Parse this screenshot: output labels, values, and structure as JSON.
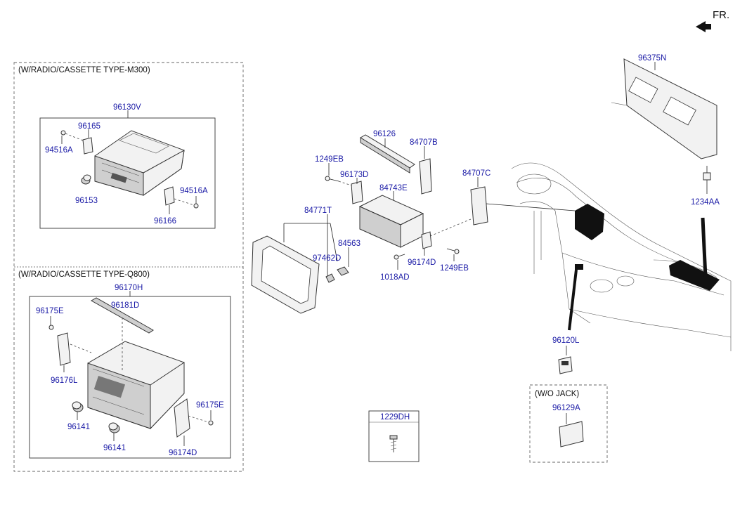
{
  "orientation": {
    "label": "FR.",
    "icon": "front-direction-arrow-icon"
  },
  "groups": {
    "m300": {
      "caption": "(W/RADIO/CASSETTE TYPE-M300)",
      "unit": "96130V"
    },
    "q800": {
      "caption": "(W/RADIO/CASSETTE TYPE-Q800)",
      "unit": "96170H"
    },
    "wo_jack": {
      "caption": "(W/O JACK)",
      "part": "96129A"
    },
    "fastener_box": {
      "part": "1229DH"
    }
  },
  "labels": {
    "p96165": "96165",
    "p94516A_1": "94516A",
    "p94516A_2": "94516A",
    "p96153": "96153",
    "p96166": "96166",
    "p96126": "96126",
    "p84707B": "84707B",
    "p1249EB_1": "1249EB",
    "p96173D": "96173D",
    "p84743E": "84743E",
    "p84771T": "84771T",
    "p84563": "84563",
    "p97462D": "97462D",
    "p96174D_1": "96174D",
    "p1018AD": "1018AD",
    "p1249EB_2": "1249EB",
    "p84707C": "84707C",
    "p96375N": "96375N",
    "p1234AA": "1234AA",
    "p96120L": "96120L",
    "p96181D": "96181D",
    "p96175E_1": "96175E",
    "p96176L": "96176L",
    "p96141_1": "96141",
    "p96141_2": "96141",
    "p96175E_2": "96175E",
    "p96174D_2": "96174D"
  }
}
